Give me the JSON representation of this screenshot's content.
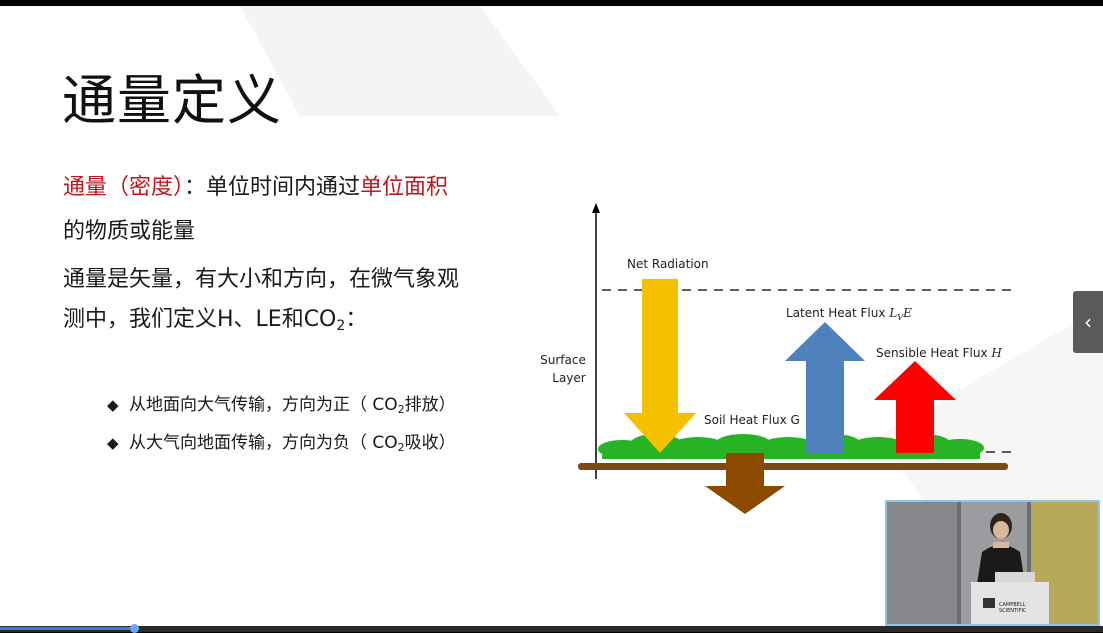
{
  "slide": {
    "title": "通量定义",
    "para1": {
      "red_part": "通量（密度）",
      "colon": "：单位时间内通过",
      "red_area": "单位面积",
      "line2": "的物质或能量"
    },
    "para2": {
      "line1": "通量是矢量，有大小和方向，在微气象观",
      "line2_pre": "测中，我们定义H、LE和CO",
      "line2_sub": "2",
      "line2_post": "："
    },
    "bullets": [
      {
        "pre": "从地面向大气传输，方向为正（ CO",
        "sub": "2",
        "post": "排放）"
      },
      {
        "pre": "从大气向地面传输，方向为负（ CO",
        "sub": "2",
        "post": "吸收）"
      }
    ],
    "diagram": {
      "net_radiation": "Net Radiation",
      "latent_heat": "Latent Heat Flux",
      "latent_symbol": "L",
      "latent_sub": "V",
      "latent_E": "E",
      "sensible_heat": "Sensible Heat Flux",
      "sensible_symbol": "H",
      "surface": "Surface",
      "layer": "Layer",
      "soil_heat": "Soil Heat Flux G",
      "colors": {
        "net": "#f5c000",
        "latent": "#4f81bd",
        "sensible": "#ff0000",
        "soil": "#8b4a00",
        "vegetation": "#27b324",
        "ground": "#7a4a12"
      }
    }
  },
  "nav": {
    "prev_icon": "chevron-left-icon",
    "glyph": "‹"
  },
  "webcam": {
    "logo_line1": "CAMPBELL",
    "logo_line2": "SCIENTIFIC"
  },
  "player": {
    "progress": 0.12
  }
}
